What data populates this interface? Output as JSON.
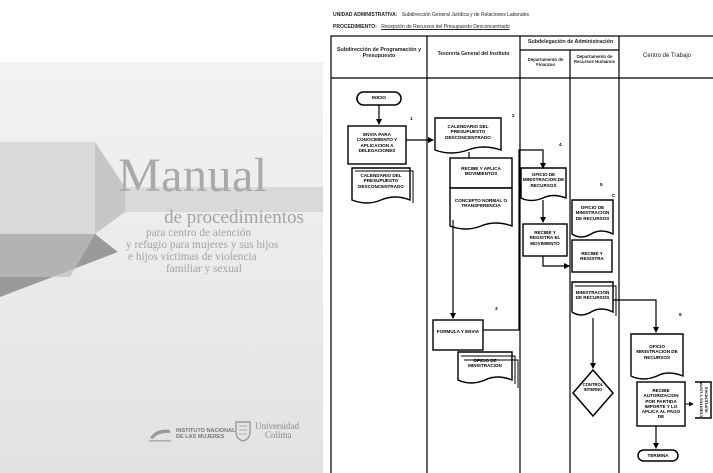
{
  "cover": {
    "title": "Manual",
    "subtitle_line1": "de procedimientos",
    "subtitle_line2": "para centro de atención",
    "subtitle_line3": "y refugio para mujeres y sus hijos",
    "subtitle_line4": "e hijos víctimas de violencia",
    "subtitle_line5": "familiar y sexual",
    "logo_left_line1": "INSTITUTO NACIONAL",
    "logo_left_line2": "DE LAS MUJERES",
    "logo_right_line1": "Universidad",
    "logo_right_line2": "Colima"
  },
  "flowchart": {
    "unit_label": "UNIDAD ADMINISTRATIVA:",
    "unit_value": "Subdirección General Jurídica y de Relaciones Laborales",
    "procedure_label": "PROCEDIMIENTO:",
    "procedure_value": "Recepción de Recursos del Presupuesto Desconcentrado",
    "headers": {
      "col1": "Subdirección de Programación y Presupuesto",
      "col2": "Tesorería General del Instituto",
      "group": "Subdelegación de Administración",
      "col3": "Departamento de Finanzas",
      "col4": "Departamento de Recursos Humanos",
      "col5": "Centro de Trabajo"
    },
    "inicio": "INICIO",
    "termina": "TERMINA",
    "steps": {
      "n1": "1",
      "n2": "2",
      "n3": "3",
      "n4": "4",
      "n5": "5",
      "n6": "6",
      "box1": "ENVIA PARA CONOCIMIENTO Y APLICACION A DELEGACIONES",
      "doc1": "CALENDARIO DEL PRESUPUESTO DESCONCENTRADO",
      "doc2a": "CALENDARIO DEL PRESUPUESTO DESCONCENTRADO",
      "box2": "RECIBE Y APLICA MOVIMIENTOS",
      "doc2b": "CONCEPTO NORMAL O TRANSFERENCIA",
      "box3": "FORMULA Y ENVIA",
      "doc3": "OFICIO DE MINISTRACION",
      "doc4": "OFICIO DE MINISTRACION DE RECURSOS",
      "box4": "RECIBE Y REGISTRA EL MOVIMIENTO",
      "doc5": "OFICIO DE MINISTRACION DE RECURSOS",
      "box5": "RECIBE Y REGISTRA",
      "doc5b": "MINISTRACION DE RECURSOS",
      "diamond": "CONTROL INTERNO",
      "doc6": "OFICIO MINISTRACION DE RECURSOS",
      "box6": "RECIBE AUTORIZACION POR PARTIDA IMPORTE Y LO APLICA AL PAGO DE",
      "side_doc": "CUENTAS Y LISTA SUPLENCIAS",
      "mark_c": "C"
    }
  }
}
